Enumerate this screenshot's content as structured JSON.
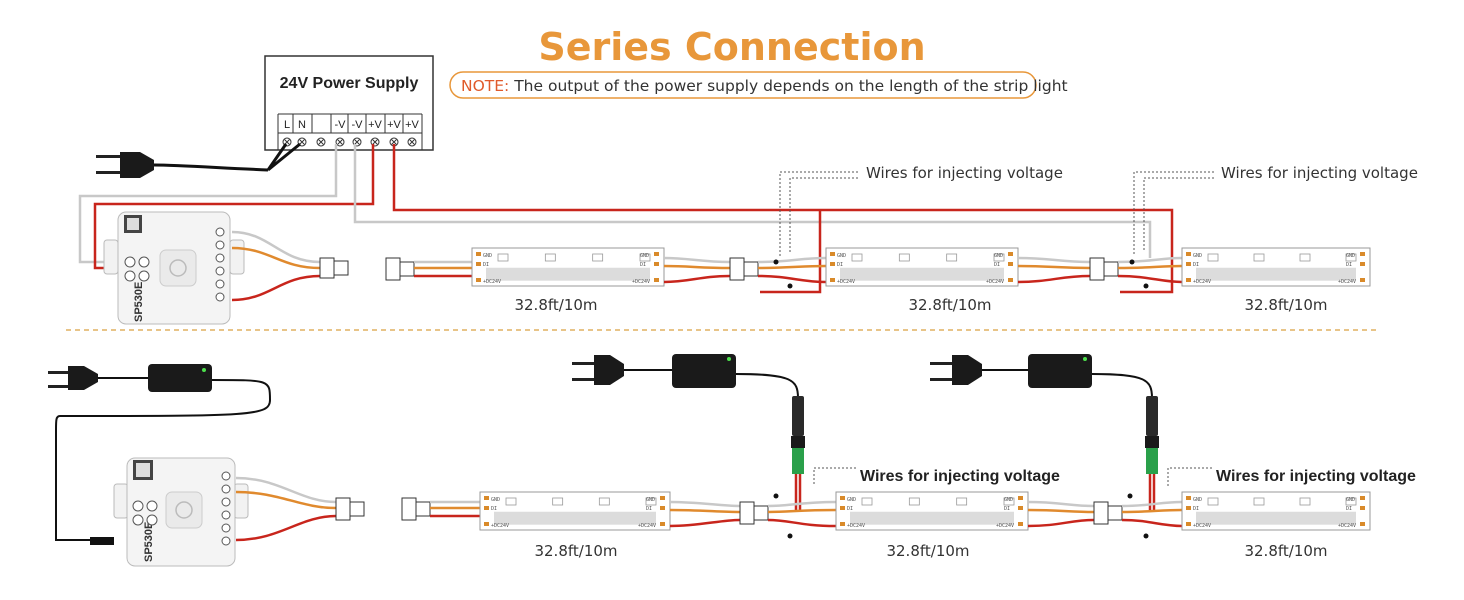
{
  "title": "Series Connection",
  "note": {
    "key": "NOTE:",
    "text": " The output of the power supply depends on the length of the strip light"
  },
  "power_supply": {
    "title": "24V Power Supply",
    "terminals": [
      "L",
      "N",
      "",
      "-V",
      "-V",
      "+V",
      "+V",
      "+V"
    ]
  },
  "controller_model": "SP530E",
  "strip_labels": {
    "gnd": "GND",
    "di": "DI",
    "dc": "+DC24V"
  },
  "top_row": {
    "injection_labels": [
      "Wires for injecting voltage",
      "Wires for injecting voltage"
    ],
    "lengths": [
      "32.8ft/10m",
      "32.8ft/10m",
      "32.8ft/10m"
    ]
  },
  "bottom_row": {
    "injection_labels": [
      "Wires for injecting voltage",
      "Wires for injecting voltage"
    ],
    "lengths": [
      "32.8ft/10m",
      "32.8ft/10m",
      "32.8ft/10m"
    ]
  },
  "colors": {
    "title": "#e8973a",
    "note_key": "#e05a2b",
    "note_border": "#e8973a",
    "wire_red": "#c8251c",
    "wire_orange": "#e08a2e",
    "wire_gray": "#c8c8c8",
    "divider": "#e0b060"
  }
}
